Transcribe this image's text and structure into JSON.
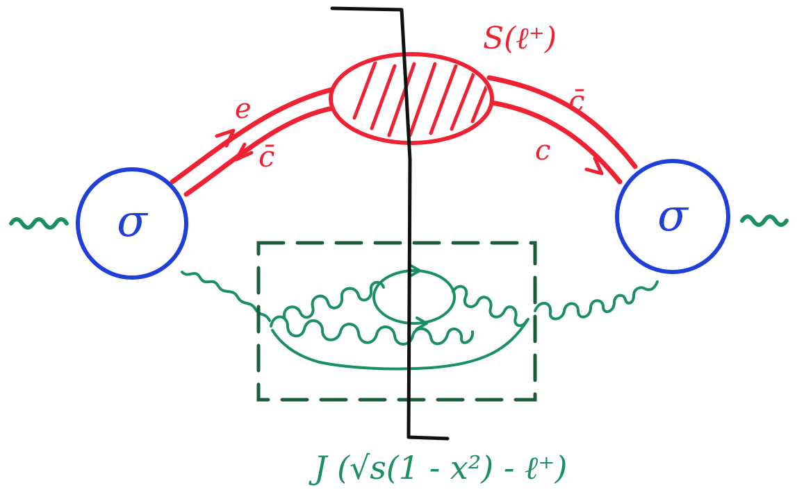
{
  "labels": {
    "soft_function": "S(ℓ⁺)",
    "left_upper_line": "e",
    "left_lower_line": "c̄",
    "right_upper_line": "c̄",
    "right_lower_line": "c",
    "left_vertex": "σ",
    "right_vertex": "σ",
    "jet_function": "J (√s(1 - x²) - ℓ⁺)"
  },
  "colors": {
    "soft_lines": "#ee2233",
    "vertices": "#1f3fd6",
    "jet_gluons": "#1a9060",
    "dashed_box": "#1b5e3a",
    "cut_line": "#111111"
  },
  "icons": {
    "left_photon": "wavy-photon-icon",
    "right_photon": "wavy-photon-icon"
  }
}
